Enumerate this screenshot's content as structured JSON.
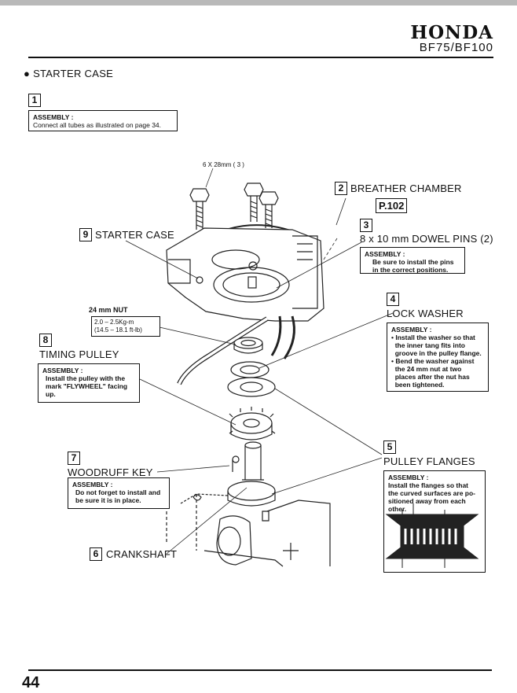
{
  "header": {
    "brand": "HONDA",
    "model": "BF75/BF100"
  },
  "section_title": "● STARTER CASE",
  "note1": {
    "num": "1",
    "heading": "ASSEMBLY :",
    "text": "Connect all tubes as illustrated on page 34."
  },
  "bolt_label": "6 X 28mm ( 3 )",
  "callouts": {
    "breather": {
      "num": "2",
      "label": "BREATHER CHAMBER",
      "ref": "P.102"
    },
    "dowel": {
      "num": "3",
      "label": "8 x 10 mm DOWEL PINS (2)",
      "note_heading": "ASSEMBLY :",
      "note_text": "Be sure to install the pins\nin the correct positions."
    },
    "lockwasher": {
      "num": "4",
      "label": "LOCK WASHER",
      "note_heading": "ASSEMBLY :",
      "note_text": "• Install the washer so that\n  the inner tang fits into\n  groove in the pulley flange.\n• Bend the washer against\n  the 24 mm nut at two\n  places after the nut has\n  been tightened."
    },
    "flanges": {
      "num": "5",
      "label": "PULLEY FLANGES",
      "note_heading": "ASSEMBLY :",
      "note_text": "Install the flanges so that\nthe curved surfaces are po-\nsitioned away from each\nother."
    },
    "crankshaft": {
      "num": "6",
      "label": "CRANKSHAFT"
    },
    "woodruff": {
      "num": "7",
      "label": "WOODRUFF KEY",
      "note_heading": "ASSEMBLY :",
      "note_text": "Do not forget to install and\nbe sure it is in place."
    },
    "timing": {
      "num": "8",
      "label": "TIMING PULLEY",
      "note_heading": "ASSEMBLY :",
      "note_text": "Install the pulley with the\nmark \"FLYWHEEL\" facing\nup."
    },
    "startercase": {
      "num": "9",
      "label": "STARTER CASE"
    }
  },
  "nut": {
    "title": "24 mm NUT",
    "torque1": "2.0 – 2.5Kg-m",
    "torque2": "(14.5 – 18.1 ft-lb)"
  },
  "page_number": "44"
}
